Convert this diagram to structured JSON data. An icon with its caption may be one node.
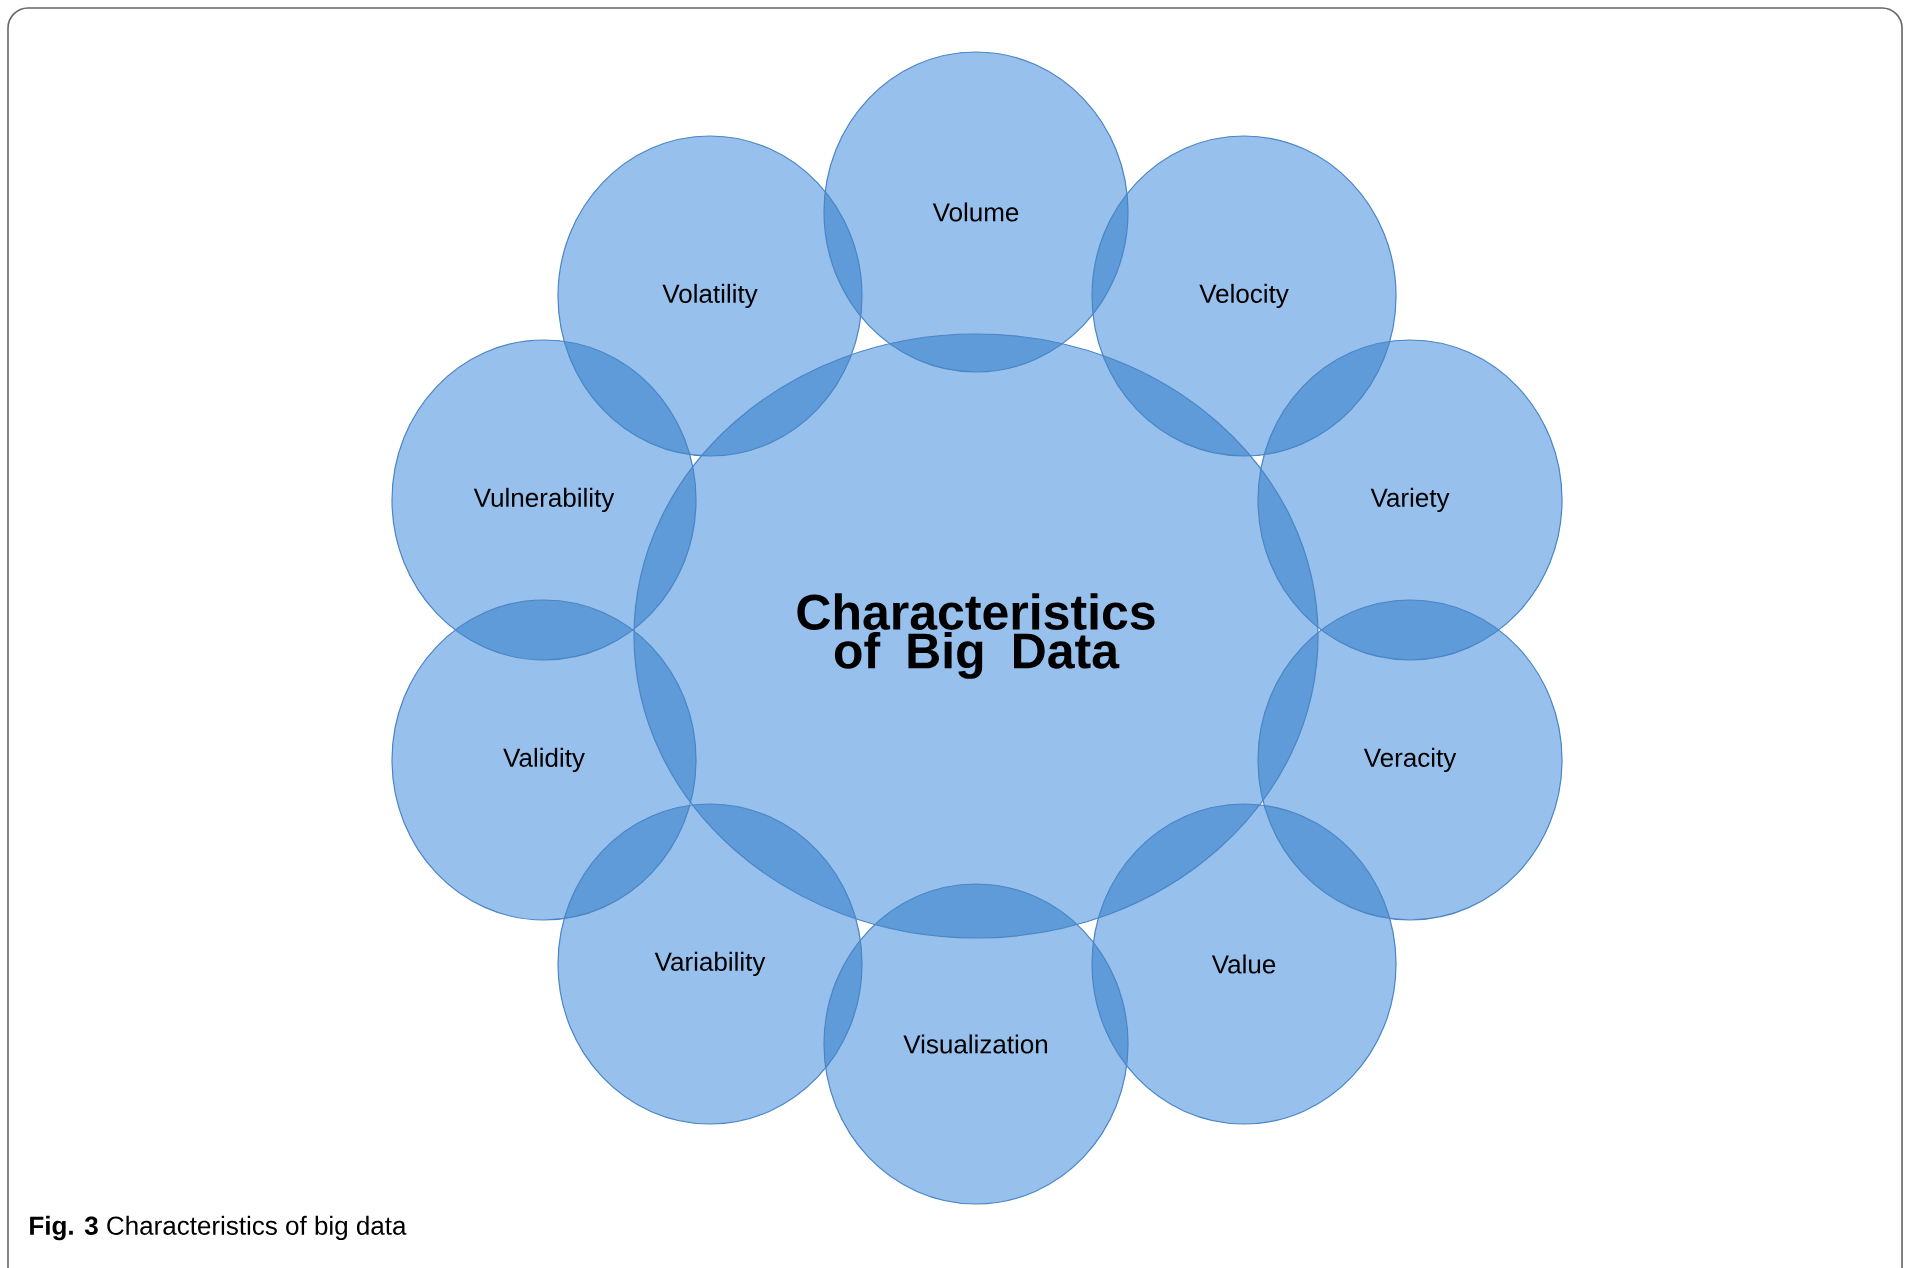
{
  "diagram": {
    "caption": "**Fig. 3** Characteristics of big data",
    "nodes": [
      {
        "text": [
          "Characteristics of Big Data"
        ]
      },
      {
        "text": [
          "Volume"
        ]
      },
      {
        "text": [
          "Velocity"
        ]
      },
      {
        "text": [
          "Variety"
        ]
      },
      {
        "text": [
          "Veracity"
        ]
      },
      {
        "text": [
          "Value"
        ]
      },
      {
        "text": [
          "Visualization"
        ]
      },
      {
        "text": [
          "Variability"
        ]
      },
      {
        "text": [
          "Validity"
        ]
      },
      {
        "text": [
          "Vulnerability"
        ]
      },
      {
        "text": [
          "Volatility"
        ]
      }
    ]
  }
}
